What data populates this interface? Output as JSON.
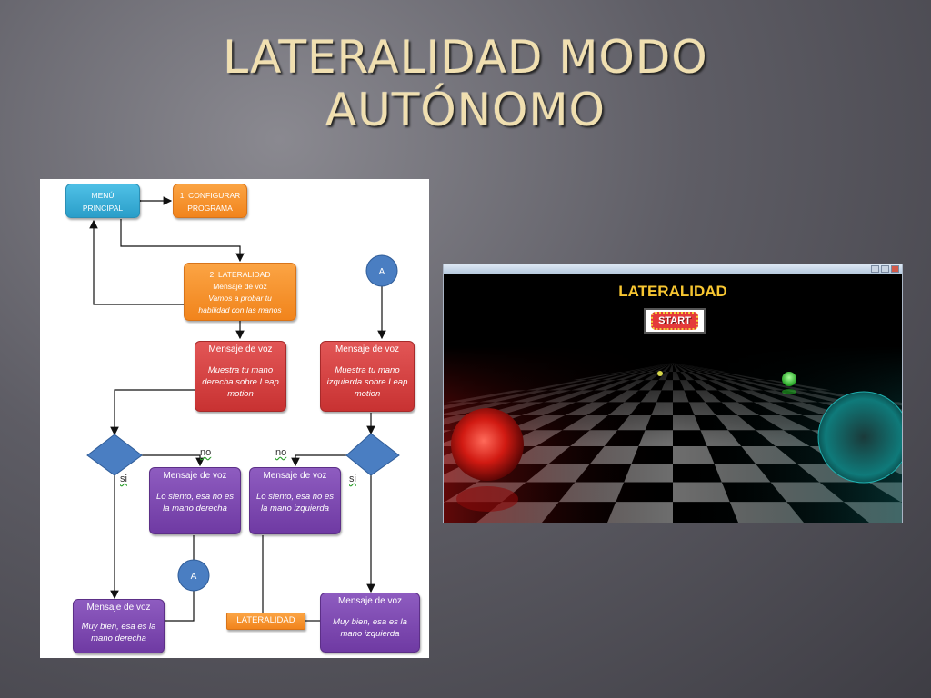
{
  "slide": {
    "title_line1": "LATERALIDAD MODO",
    "title_line2": "AUTÓNOMO"
  },
  "flowchart": {
    "menu": {
      "line1": "MENÚ",
      "line2": "PRINCIPAL"
    },
    "config": {
      "line1": "1. CONFIGURAR",
      "line2": "PROGRAMA"
    },
    "lateralidad_start": {
      "line1": "2. LATERALIDAD",
      "line2": "Mensaje de voz",
      "line3": "Vamos a probar tu",
      "line4": "habilidad con las manos"
    },
    "connector_label": "A",
    "msg_right": {
      "head": "Mensaje de voz",
      "body": "Muestra tu mano derecha sobre Leap motion"
    },
    "msg_left": {
      "head": "Mensaje de voz",
      "body": "Muestra tu mano izquierda sobre Leap motion"
    },
    "label_no": "no",
    "label_si": "si",
    "err_right": {
      "head": "Mensaje de voz",
      "body": "Lo siento, esa no es la mano derecha"
    },
    "err_left": {
      "head": "Mensaje de voz",
      "body": "Lo siento, esa no es la mano izquierda"
    },
    "ok_right": {
      "head": "Mensaje de voz",
      "body": "Muy bien, esa es la mano derecha"
    },
    "ok_left": {
      "head": "Mensaje de voz",
      "body": "Muy bien, esa es la mano izquierda"
    },
    "lateralidad_end": "LATERALIDAD"
  },
  "game": {
    "title": "LATERALIDAD",
    "start_label": "START"
  },
  "colors": {
    "title": "#f0dfb0",
    "flow_blue": "#2a9ec9",
    "flow_orange": "#f1841c",
    "flow_red": "#c83232",
    "flow_purple": "#6f3aa3",
    "diamond": "#4a7ec2",
    "game_title": "#f7c631"
  }
}
